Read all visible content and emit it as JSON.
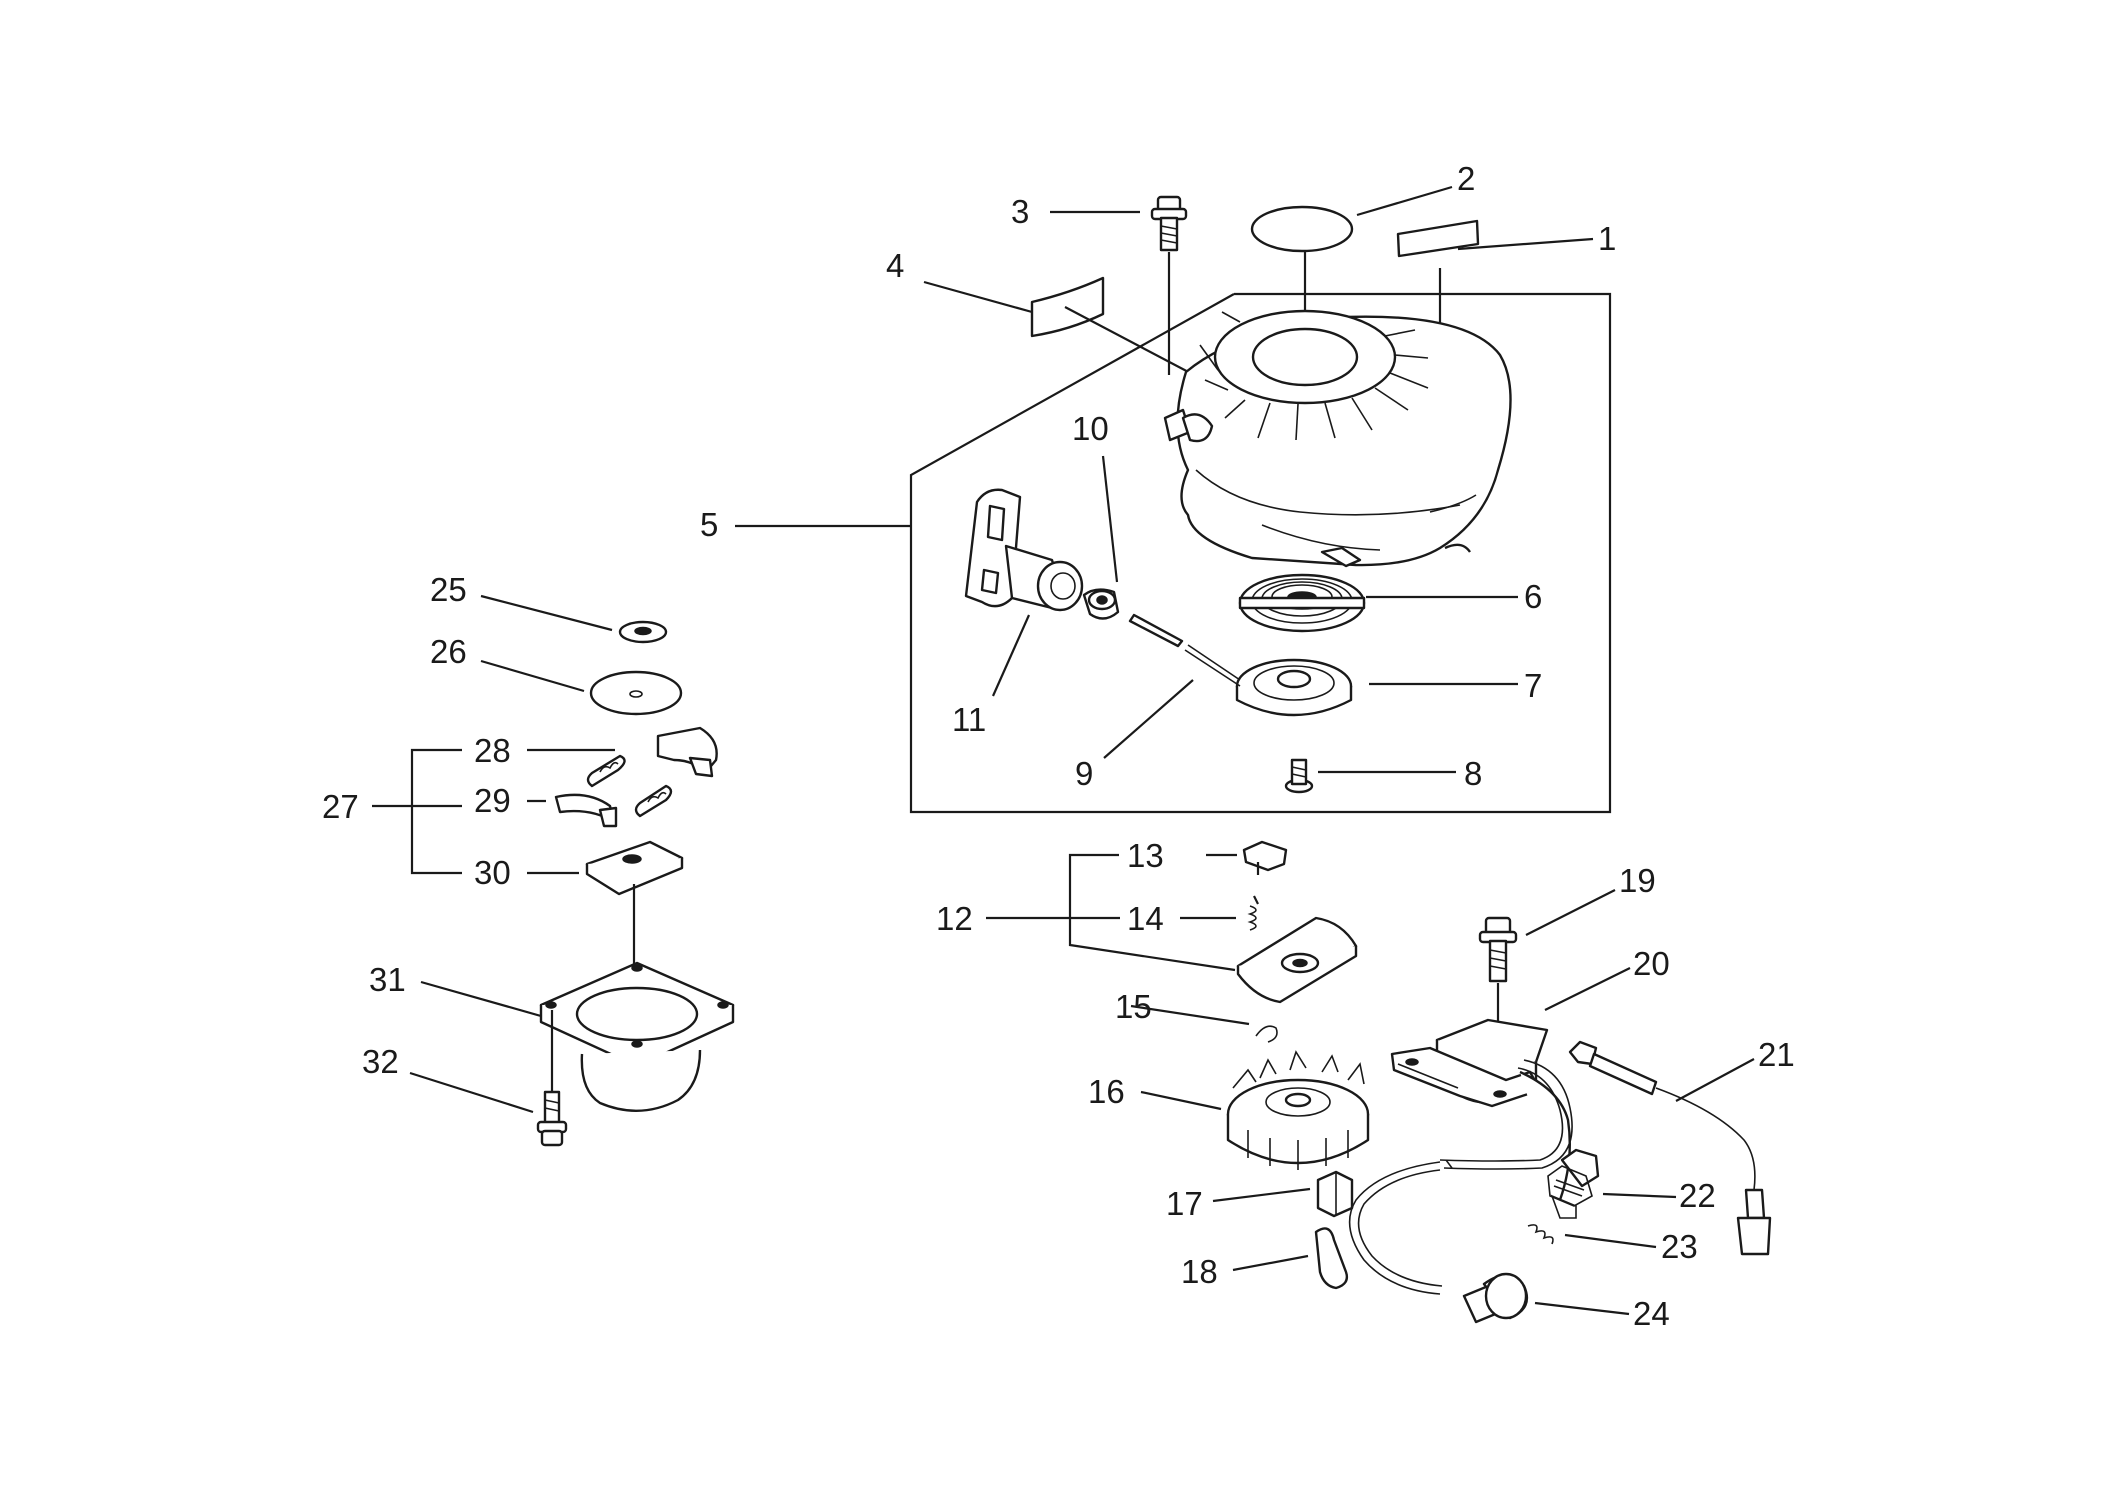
{
  "diagram": {
    "labels": [
      "1",
      "2",
      "3",
      "4",
      "5",
      "6",
      "7",
      "8",
      "9",
      "10",
      "11",
      "12",
      "13",
      "14",
      "15",
      "16",
      "17",
      "18",
      "19",
      "20",
      "21",
      "22",
      "23",
      "24",
      "25",
      "26",
      "27",
      "28",
      "29",
      "30",
      "31",
      "32"
    ],
    "parts": [
      "decal",
      "cap",
      "bolt",
      "label",
      "recoil-starter-assembly",
      "spring",
      "reel",
      "screw",
      "rope",
      "bushing",
      "handle",
      "ratchet-assembly",
      "ratchet",
      "spring",
      "circlip",
      "flywheel",
      "key",
      "tube",
      "bolt",
      "ignition-coil",
      "stop-wire",
      "spark-plug",
      "spring",
      "plug-cap",
      "washer",
      "plate",
      "clutch-assembly",
      "spring",
      "clutch-shoe",
      "cushion",
      "clutch-case",
      "bolt"
    ]
  }
}
